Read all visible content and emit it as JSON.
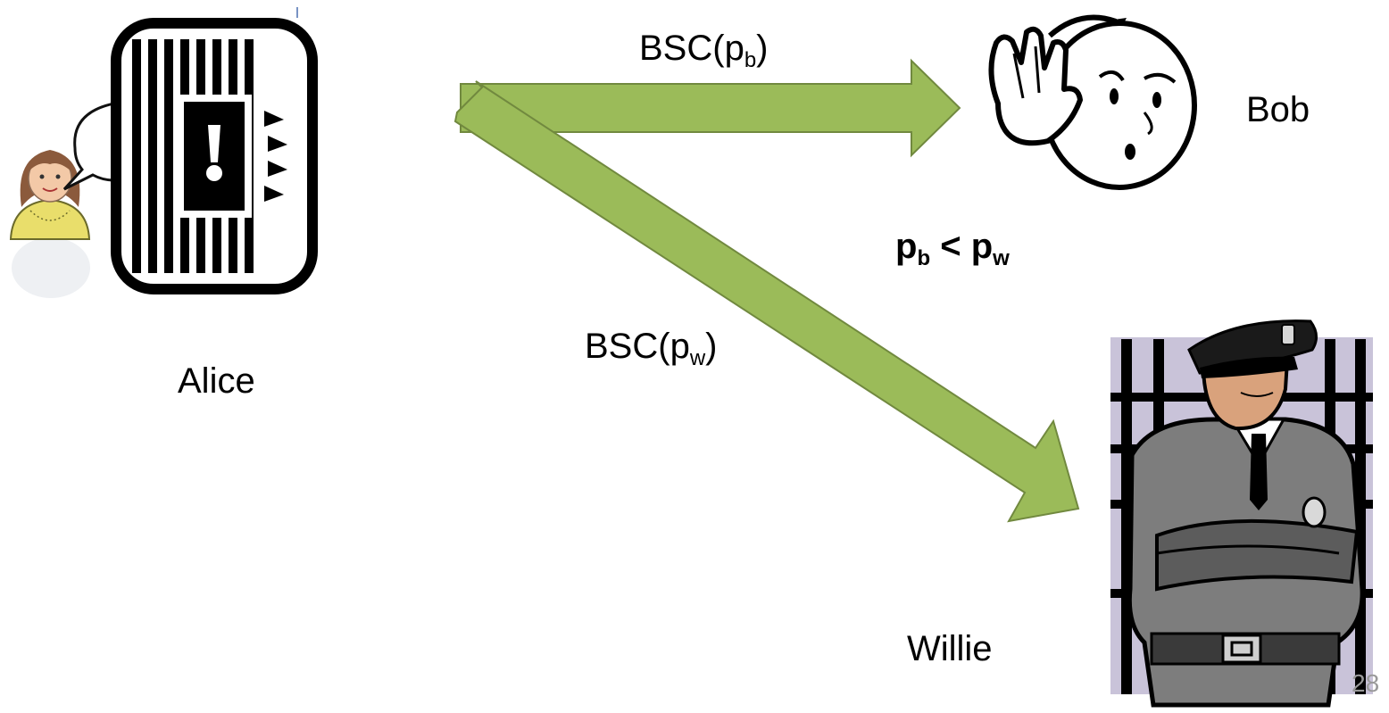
{
  "labels": {
    "channel_bob_prefix": "BSC(p",
    "channel_bob_sub": "b",
    "channel_bob_suffix": ")",
    "channel_willie_prefix": "BSC(p",
    "channel_willie_sub": "w",
    "channel_willie_suffix": ")",
    "condition_p1": "p",
    "condition_p1_sub": "b",
    "condition_op": " < p",
    "condition_p2_sub": "w",
    "bob": "Bob",
    "alice": "Alice",
    "willie": "Willie",
    "page_number": "28"
  },
  "icons": {
    "alice": "woman-avatar-icon",
    "speech": "speech-bubble-icon",
    "transmitter": "transmitter-icon",
    "bob": "listening-face-icon",
    "willie": "police-officer-icon"
  },
  "colors": {
    "arrow_fill": "#9bbb59",
    "arrow_stroke": "#71893f"
  }
}
